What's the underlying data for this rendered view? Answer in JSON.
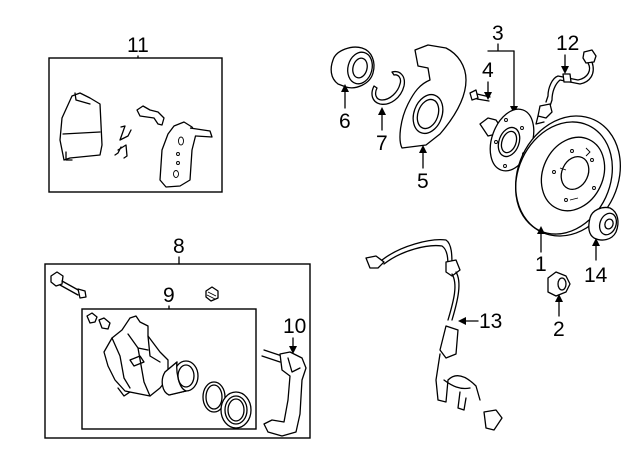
{
  "diagram": {
    "type": "exploded parts diagram",
    "subject": "front brake assembly",
    "callouts": [
      {
        "id": "1",
        "label": "1",
        "part": "brake rotor"
      },
      {
        "id": "2",
        "label": "2",
        "part": "hub nut"
      },
      {
        "id": "3",
        "label": "3",
        "part": "wheel hub"
      },
      {
        "id": "4",
        "label": "4",
        "part": "wheel stud"
      },
      {
        "id": "5",
        "label": "5",
        "part": "dust shield"
      },
      {
        "id": "6",
        "label": "6",
        "part": "wheel bearing"
      },
      {
        "id": "7",
        "label": "7",
        "part": "snap ring"
      },
      {
        "id": "8",
        "label": "8",
        "part": "caliper assembly"
      },
      {
        "id": "9",
        "label": "9",
        "part": "caliper"
      },
      {
        "id": "10",
        "label": "10",
        "part": "caliper support"
      },
      {
        "id": "11",
        "label": "11",
        "part": "brake pad set"
      },
      {
        "id": "12",
        "label": "12",
        "part": "brake hose"
      },
      {
        "id": "13",
        "label": "13",
        "part": "ABS sensor"
      },
      {
        "id": "14",
        "label": "14",
        "part": "dust cap"
      }
    ]
  }
}
